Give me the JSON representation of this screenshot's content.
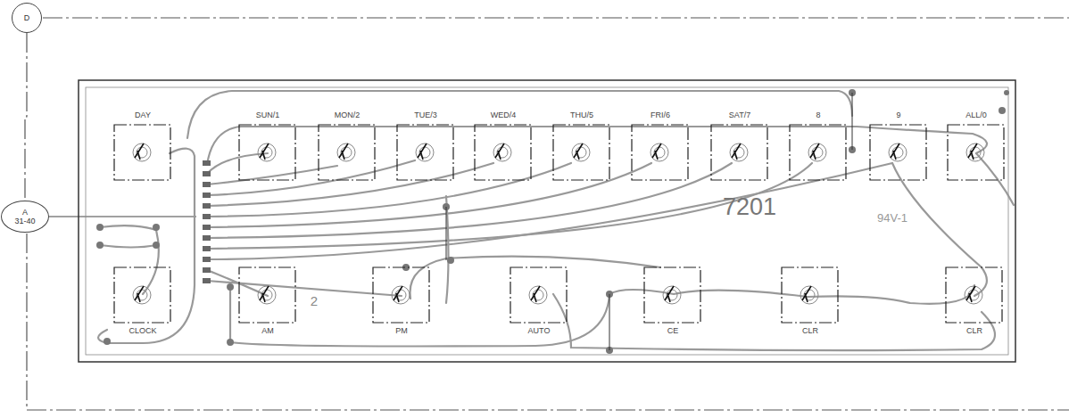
{
  "diagram": {
    "nodes": [
      {
        "text": [
          "D"
        ]
      },
      {
        "text": [
          "A",
          "31-40"
        ]
      }
    ],
    "edges": [
      {
        "from": 0,
        "to": 1,
        "arrow": "none"
      }
    ],
    "labels": [
      "DAY",
      "SUN/1",
      "MON/2",
      "TUE/3",
      "WED/4",
      "THU/5",
      "FRI/6",
      "SAT/7",
      "8",
      "9",
      "ALL/0",
      "CLOCK",
      "AM",
      "PM",
      "AUTO",
      "CE",
      "CLR",
      "CLR",
      "2",
      "7201",
      "94V-1"
    ]
  }
}
